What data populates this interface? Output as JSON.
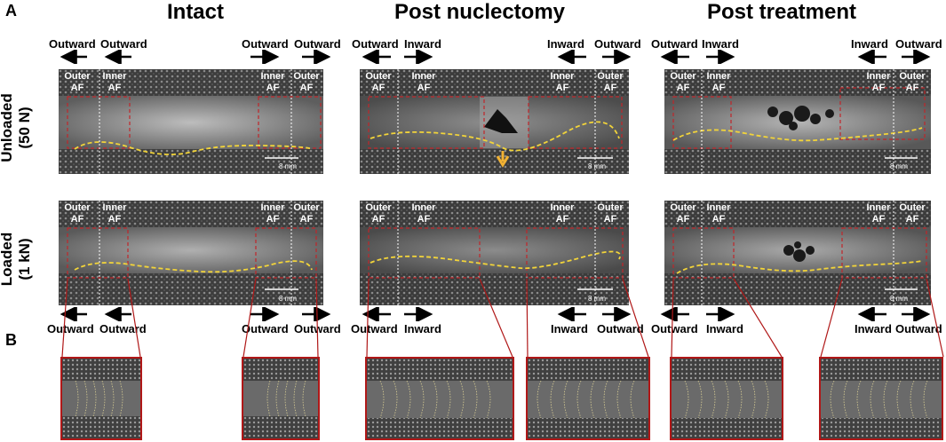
{
  "panels": {
    "a": "A",
    "b": "B"
  },
  "columns": [
    "Intact",
    "Post nuclectomy",
    "Post treatment"
  ],
  "rows": {
    "unloaded": [
      "Unloaded",
      "(50 N)"
    ],
    "loaded": [
      "Loaded",
      "(1 kN)"
    ]
  },
  "af": {
    "outer": "Outer",
    "inner": "Inner",
    "suffix": "AF"
  },
  "directions": {
    "outward": "Outward",
    "inward": "Inward"
  },
  "scale_bar": "8 mm",
  "colors": {
    "roi_box": "#c0262a",
    "boundary": "#f2d43a",
    "arrow_marker": "#f2b233",
    "zoom_border": "#b01818"
  }
}
